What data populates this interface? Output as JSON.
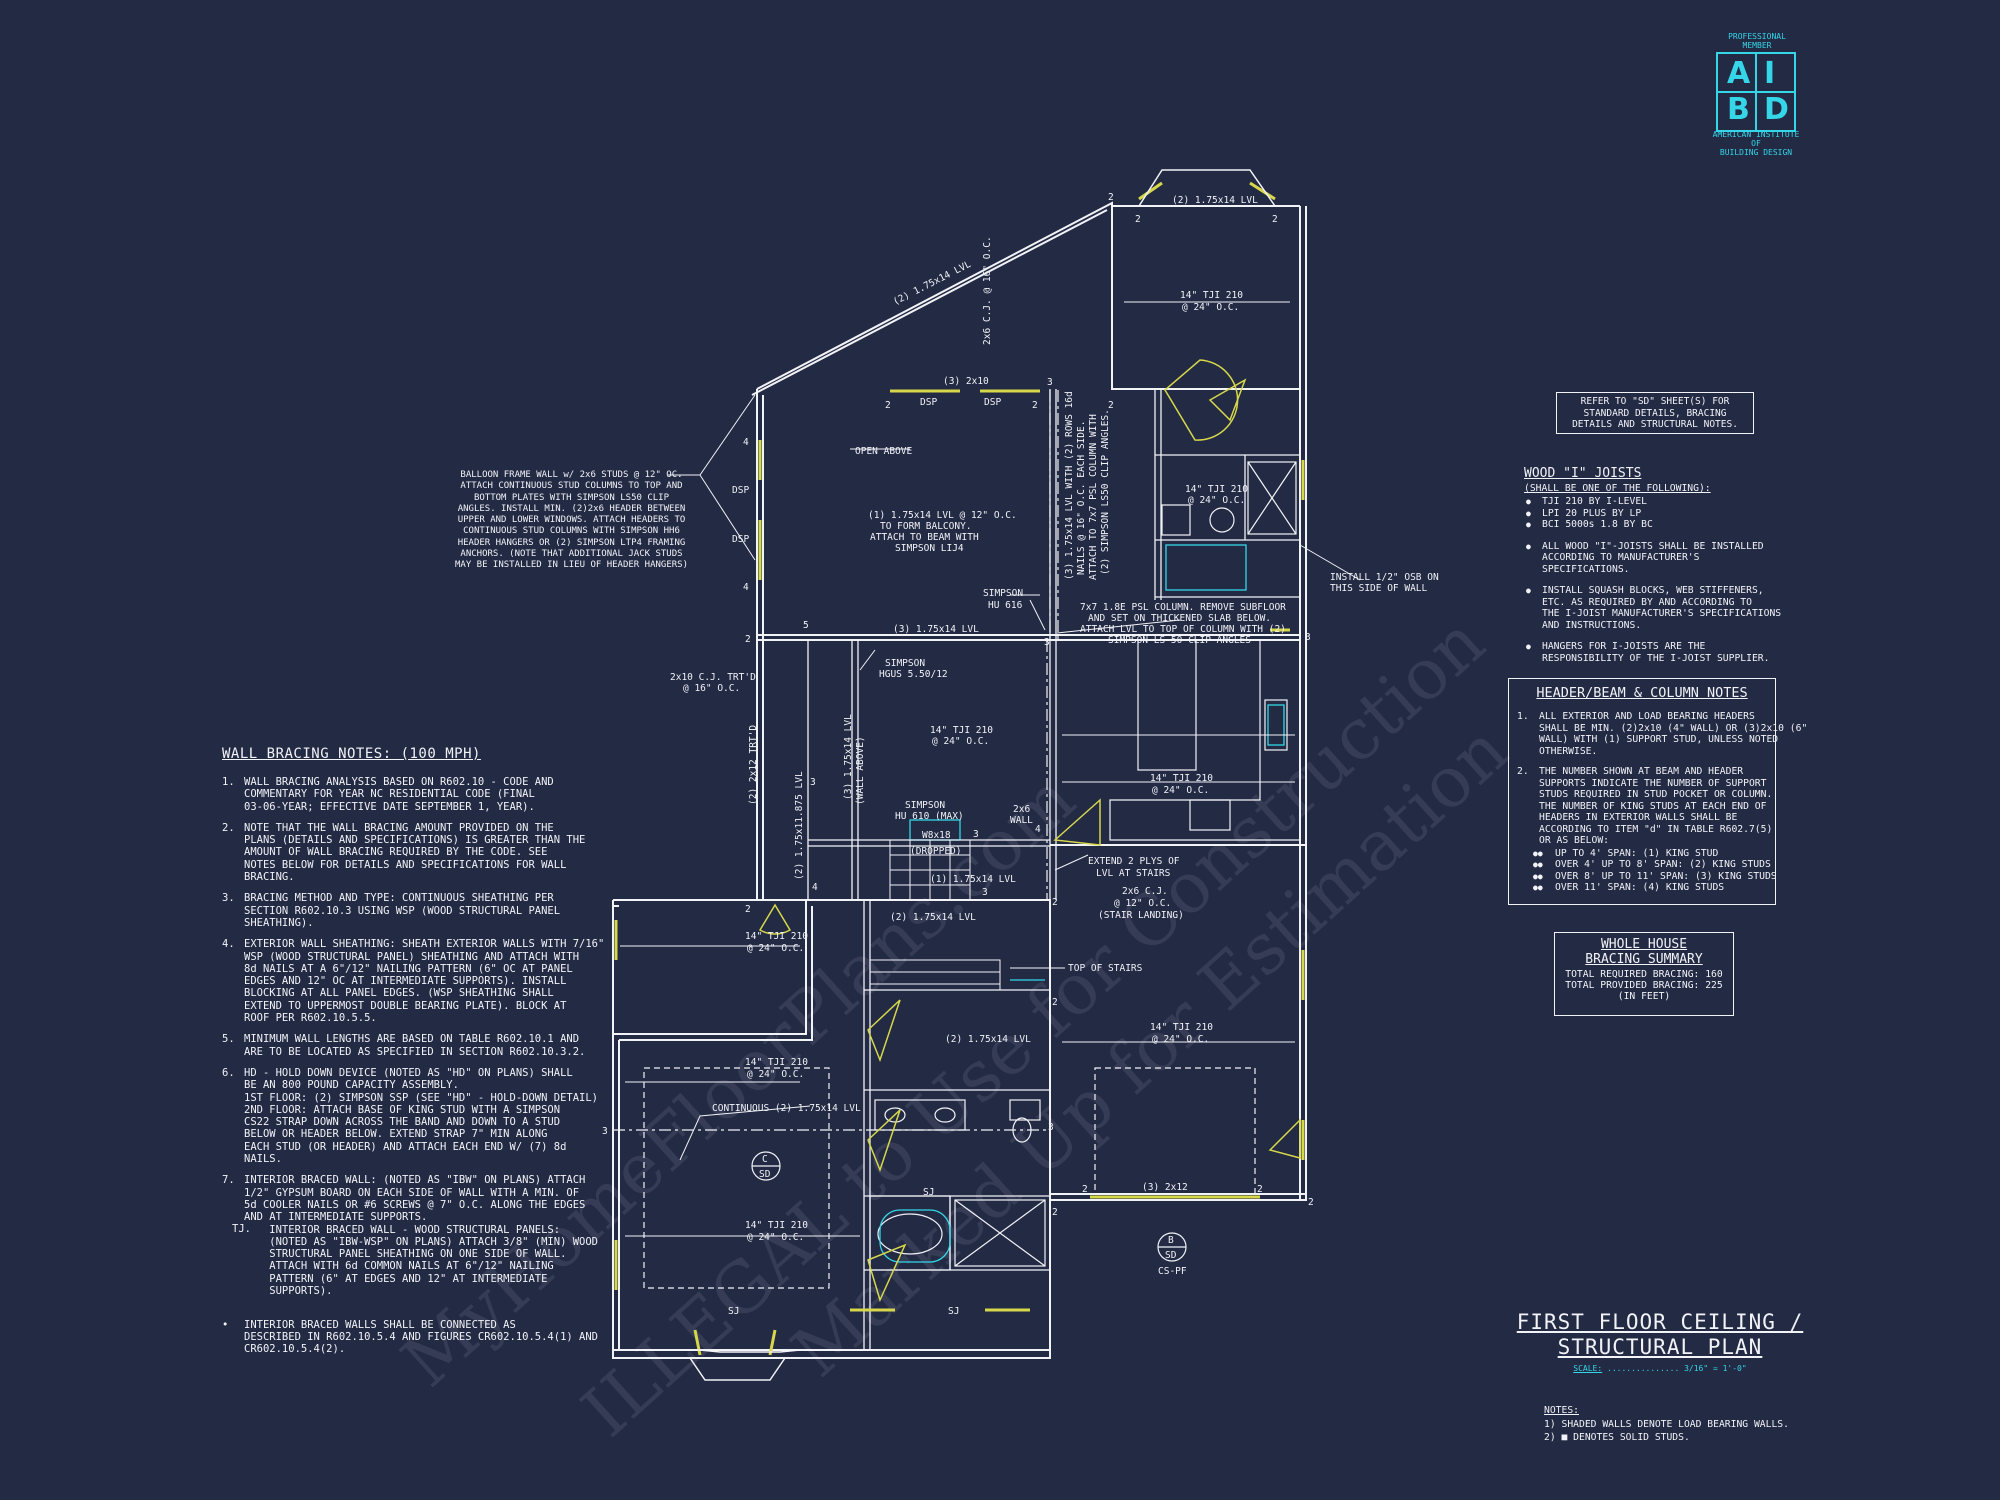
{
  "logo": {
    "top_text": "PROFESSIONAL MEMBER",
    "letters": [
      "A",
      "I",
      "B",
      "D"
    ],
    "bottom_text": [
      "AMERICAN INSTITUTE",
      "OF",
      "BUILDING DESIGN"
    ]
  },
  "title": {
    "line1": "FIRST FLOOR CEILING /",
    "line2": "STRUCTURAL PLAN",
    "scale_label": "SCALE:",
    "scale_value": "3/16\" = 1'-0\""
  },
  "notes_footer": {
    "heading": "NOTES:",
    "items": [
      "1) SHADED WALLS DENOTE LOAD BEARING WALLS.",
      "2) ■ DENOTES SOLID STUDS."
    ]
  },
  "refer_box": "REFER TO \"SD\" SHEET(S) FOR\nSTANDARD DETAILS, BRACING\nDETAILS AND STRUCTURAL NOTES.",
  "wood_joists": {
    "title": "WOOD \"I\" JOISTS",
    "subtitle": "(SHALL BE ONE OF THE FOLLOWING):",
    "options": [
      "TJI 210 BY I-LEVEL",
      "LPI 20 PLUS BY LP",
      "BCI 5000s 1.8 BY BC"
    ],
    "notes": [
      "ALL WOOD \"I\"-JOISTS SHALL BE INSTALLED\nACCORDING TO MANUFACTURER'S\nSPECIFICATIONS.",
      "INSTALL SQUASH BLOCKS, WEB STIFFENERS,\nETC. AS REQUIRED BY AND ACCORDING TO\nTHE I-JOIST MANUFACTURER'S SPECIFICATIONS\nAND INSTRUCTIONS.",
      "HANGERS FOR I-JOISTS ARE THE\nRESPONSIBILITY OF THE I-JOIST SUPPLIER."
    ]
  },
  "header_notes": {
    "title": "HEADER/BEAM & COLUMN NOTES",
    "items": [
      "ALL EXTERIOR AND LOAD BEARING HEADERS\nSHALL BE MIN. (2)2x10 (4\" WALL) OR (3)2x10 (6\"\nWALL) WITH (1) SUPPORT STUD, UNLESS NOTED\nOTHERWISE.",
      "THE NUMBER SHOWN AT BEAM AND HEADER\nSUPPORTS INDICATE THE NUMBER OF SUPPORT\nSTUDS REQUIRED IN STUD POCKET OR COLUMN.\nTHE NUMBER OF KING STUDS AT EACH END OF\nHEADERS IN EXTERIOR WALLS SHALL BE\nACCORDING TO ITEM \"d\" IN TABLE R602.7(5)\nOR AS BELOW:"
    ],
    "spans": [
      "UP TO 4' SPAN: (1) KING STUD",
      "OVER 4' UP TO 8' SPAN: (2) KING STUDS",
      "OVER 8' UP TO 11' SPAN: (3) KING STUDS",
      "OVER 11' SPAN: (4) KING STUDS"
    ]
  },
  "bracing_summary": {
    "title1": "WHOLE HOUSE",
    "title2": "BRACING SUMMARY",
    "required": "TOTAL REQUIRED BRACING: 160",
    "provided": "TOTAL PROVIDED BRACING: 225",
    "unit": "(IN FEET)"
  },
  "wall_bracing": {
    "title": "WALL BRACING NOTES: (100 MPH)",
    "items": [
      {
        "n": "1.",
        "t": "WALL BRACING ANALYSIS BASED ON R602.10 - CODE AND\nCOMMENTARY FOR YEAR NC RESIDENTIAL CODE (FINAL\n03-06-YEAR; EFFECTIVE DATE SEPTEMBER 1, YEAR)."
      },
      {
        "n": "2.",
        "t": "NOTE THAT THE WALL BRACING AMOUNT PROVIDED ON THE\nPLANS (DETAILS AND SPECIFICATIONS) IS GREATER THAN THE\nAMOUNT OF WALL BRACING REQUIRED BY THE CODE. SEE\nNOTES BELOW FOR DETAILS AND SPECIFICATIONS FOR WALL\nBRACING."
      },
      {
        "n": "3.",
        "t": "BRACING METHOD AND TYPE: CONTINUOUS SHEATHING PER\nSECTION R602.10.3 USING WSP (WOOD STRUCTURAL PANEL\nSHEATHING)."
      },
      {
        "n": "4.",
        "t": "EXTERIOR WALL SHEATHING: SHEATH EXTERIOR WALLS WITH 7/16\"\nWSP (WOOD STRUCTURAL PANEL) SHEATHING AND ATTACH WITH\n8d NAILS AT A 6\"/12\" NAILING PATTERN (6\" OC AT PANEL\nEDGES AND 12\" OC AT INTERMEDIATE SUPPORTS). INSTALL\nBLOCKING AT ALL PANEL EDGES. (WSP SHEATHING SHALL\nEXTEND TO UPPERMOST DOUBLE BEARING PLATE). BLOCK AT\nROOF PER R602.10.5.5."
      },
      {
        "n": "5.",
        "t": "MINIMUM WALL LENGTHS ARE BASED ON TABLE R602.10.1 AND\nARE TO BE LOCATED AS SPECIFIED IN SECTION R602.10.3.2."
      },
      {
        "n": "6.",
        "t": "HD - HOLD DOWN DEVICE (NOTED AS \"HD\" ON PLANS) SHALL\nBE AN 800 POUND CAPACITY ASSEMBLY.\n1ST FLOOR: (2) SIMPSON SSP (SEE \"HD\" - HOLD-DOWN DETAIL)\n2ND FLOOR: ATTACH BASE OF KING STUD WITH A SIMPSON\nCS22 STRAP DOWN ACROSS THE BAND AND DOWN TO A STUD\nBELOW OR HEADER BELOW. EXTEND STRAP 7\" MIN ALONG\nEACH STUD (OR HEADER) AND ATTACH EACH END W/ (7) 8d\nNAILS."
      },
      {
        "n": "7.",
        "t": "INTERIOR BRACED WALL: (NOTED AS \"IBW\" ON PLANS) ATTACH\n1/2\" GYPSUM BOARD ON EACH SIDE OF WALL WITH A MIN. OF\n5d COOLER NAILS OR #6 SCREWS @ 7\" O.C. ALONG THE EDGES\nAND AT INTERMEDIATE SUPPORTS.\n    INTERIOR BRACED WALL - WOOD STRUCTURAL PANELS:\n    (NOTED AS \"IBW-WSP\" ON PLANS) ATTACH 3/8\" (MIN) WOOD\n    STRUCTURAL PANEL SHEATHING ON ONE SIDE OF WALL.\n    ATTACH WITH 6d COMMON NAILS AT 6\"/12\" NAILING\n    PATTERN (6\" AT EDGES AND 12\" AT INTERMEDIATE\n    SUPPORTS)."
      },
      {
        "n": "•",
        "t": "INTERIOR BRACED WALLS SHALL BE CONNECTED AS\nDESCRIBED IN R602.10.5.4 AND FIGURES CR602.10.5.4(1) AND\nCR602.10.5.4(2)."
      }
    ],
    "tj_marker": "TJ."
  },
  "balloon_note": "BALLOON FRAME WALL w/ 2x6 STUDS @ 12\" OC.\nATTACH CONTINUOUS STUD COLUMNS TO TOP AND\nBOTTOM PLATES WITH SIMPSON LS50 CLIP\nANGLES. INSTALL MIN. (2)2x6 HEADER BETWEEN\nUPPER AND LOWER WINDOWS. ATTACH HEADERS TO\nCONTINUOUS STUD COLUMNS WITH SIMPSON HH6\nHEADER HANGERS OR (2) SIMPSON LTP4 FRAMING\nANCHORS. (NOTE THAT ADDITIONAL JACK STUDS\nMAY BE INSTALLED IN LIEU OF HEADER HANGERS)",
  "plan_labels": {
    "top_beam": "(2) 1.75x14 LVL",
    "diag_beam": "(2) 1.75x14 LVL",
    "cj_diag": "2x6 C.J. @ 16\" O.C.",
    "header_3_2x10": "(3) 2x10",
    "dsp": "DSP",
    "open_above": "OPEN ABOVE",
    "balcony": "(1) 1.75x14 LVL @ 12\" O.C.\nTO FORM BALCONY.\nATTACH TO BEAM WITH\nSIMPSON LIJ4",
    "vert_lvl": "(3) 1.75x14 LVL WITH (2) ROWS 16d\nNAILS @ 16\" O.C. EACH SIDE.\nATTACH TO 7x7 PSL COLUMN WITH\n(2) SIMPSON LS50 CLIP ANGLES.",
    "tji_top_right": "14\" TJI 210\n@ 24\" O.C.",
    "tji_bath": "14\" TJI 210\n@ 24\" O.C.",
    "osb": "INSTALL 1/2\" OSB ON\nTHIS SIDE OF WALL",
    "psl_column": "7x7 1.8E PSL COLUMN. REMOVE SUBFLOOR\nAND SET ON THICKENED SLAB BELOW.\nATTACH LVL TO TOP OF COLUMN WITH (2)\nSIMPSON LS 50 CLIP ANGLES",
    "simpson_hu616": "SIMPSON\nHU 616",
    "mid_lvl": "(3) 1.75x14 LVL",
    "simpson_hgus": "SIMPSON\nHGUS 5.50/12",
    "cj_trtd": "2x10 C.J. TRT'D\n@ 16\" O.C.",
    "tji_mid": "14\" TJI 210\n@ 24\" O.C.",
    "tji_kitchen": "14\" TJI 210\n@ 24\" O.C.",
    "v_2x12": "(2) 2x12 TRT'D",
    "v_lvl_left": "(2) 1.75x11.875 LVL",
    "v_lvl_wall": "(3) 1.75x14 LVL\n(WALL ABOVE)",
    "simpson_hu610": "SIMPSON\nHU 610 (MAX)",
    "wall_2x6": "2x6\nWALL",
    "w8x18": "W8x18\n(DROPPED)",
    "stair_lvl": "(1) 1.75x14 LVL",
    "extend_plys": "EXTEND 2 PLYS OF\nLVL AT STAIRS",
    "cj_stair": "2x6 C.J.\n@ 12\" O.C.\n(STAIR LANDING)",
    "lvl_2_landing": "(2) 1.75x14 LVL",
    "tji_left": "14\" TJI 210\n@ 24\" O.C.",
    "top_of_stairs": "TOP OF STAIRS",
    "lvl_2_bath": "(2) 1.75x14 LVL",
    "tji_garage": "14\" TJI 210\n@ 24\" O.C.",
    "tji_lower_left": "14\" TJI 210\n@ 24\" O.C.",
    "continuous_lvl": "CONTINUOUS (2) 1.75x14 LVL",
    "tji_bottom": "14\" TJI 210\n@ 24\" O.C.",
    "header_3_2x12": "(3) 2x12",
    "sj": "SJ",
    "cs_pf": "CS-PF",
    "detail_c": "C",
    "detail_b": "B",
    "detail_sd": "SD",
    "nums": [
      "2",
      "3",
      "4",
      "5"
    ]
  },
  "watermark": [
    "MyHomeFloorPlans.com",
    "ILLEGAL to Use for Construction",
    "Marked Up for Estimation"
  ],
  "colors": {
    "background": "#232a44",
    "line": "#f2f3f7",
    "accent": "#35d6e8",
    "bearing": "#d6d84a"
  }
}
